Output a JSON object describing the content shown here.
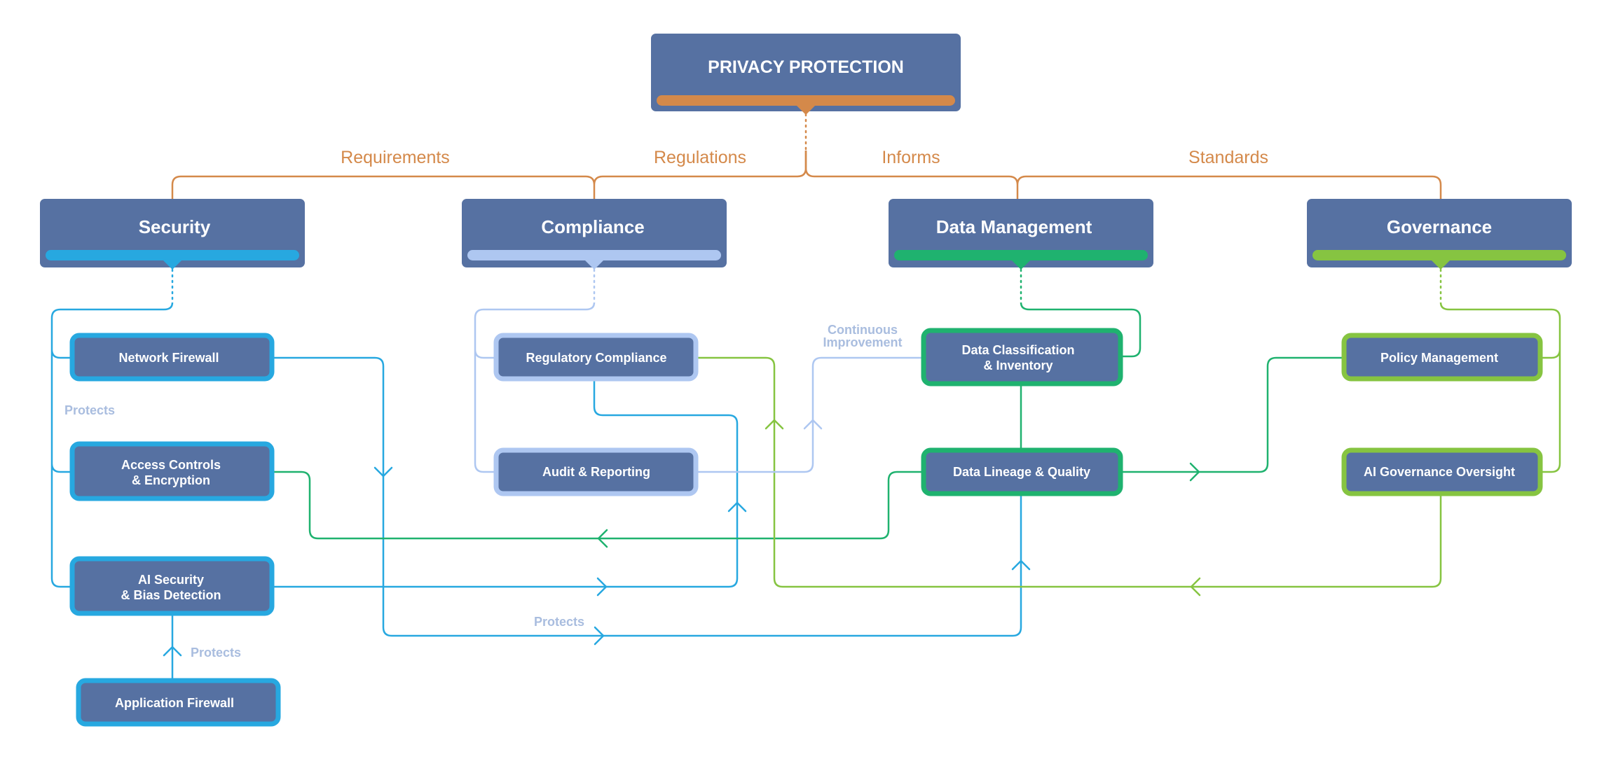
{
  "root": {
    "title": "PRIVACY PROTECTION"
  },
  "branches": {
    "requirements": "Requirements",
    "regulations": "Regulations",
    "informs": "Informs",
    "standards": "Standards"
  },
  "categories": {
    "security": "Security",
    "compliance": "Compliance",
    "data_management": "Data Management",
    "governance": "Governance"
  },
  "nodes": {
    "network_firewall": [
      "Network Firewall"
    ],
    "access_controls": [
      "Access Controls",
      "& Encryption"
    ],
    "ai_security": [
      "AI Security",
      "& Bias Detection"
    ],
    "application_firewall": [
      "Application Firewall"
    ],
    "regulatory_compliance": [
      "Regulatory Compliance"
    ],
    "audit_reporting": [
      "Audit & Reporting"
    ],
    "data_classification": [
      "Data Classification",
      "& Inventory"
    ],
    "data_lineage": [
      "Data Lineage & Quality"
    ],
    "policy_management": [
      "Policy Management"
    ],
    "ai_governance": [
      "AI Governance Oversight"
    ]
  },
  "edge_labels": {
    "protects_left": "Protects",
    "protects_app": "Protects",
    "protects_bottom": "Protects",
    "continuous_1": "Continuous",
    "continuous_2": "Improvement"
  },
  "colors": {
    "box_fill": "#5671a2",
    "orange": "#d4894a",
    "security_blue": "#27a8e0",
    "compliance_light": "#aec7f1",
    "data_green": "#1fb26f",
    "governance_green": "#86c441",
    "label_gray": "#a9bddf"
  }
}
